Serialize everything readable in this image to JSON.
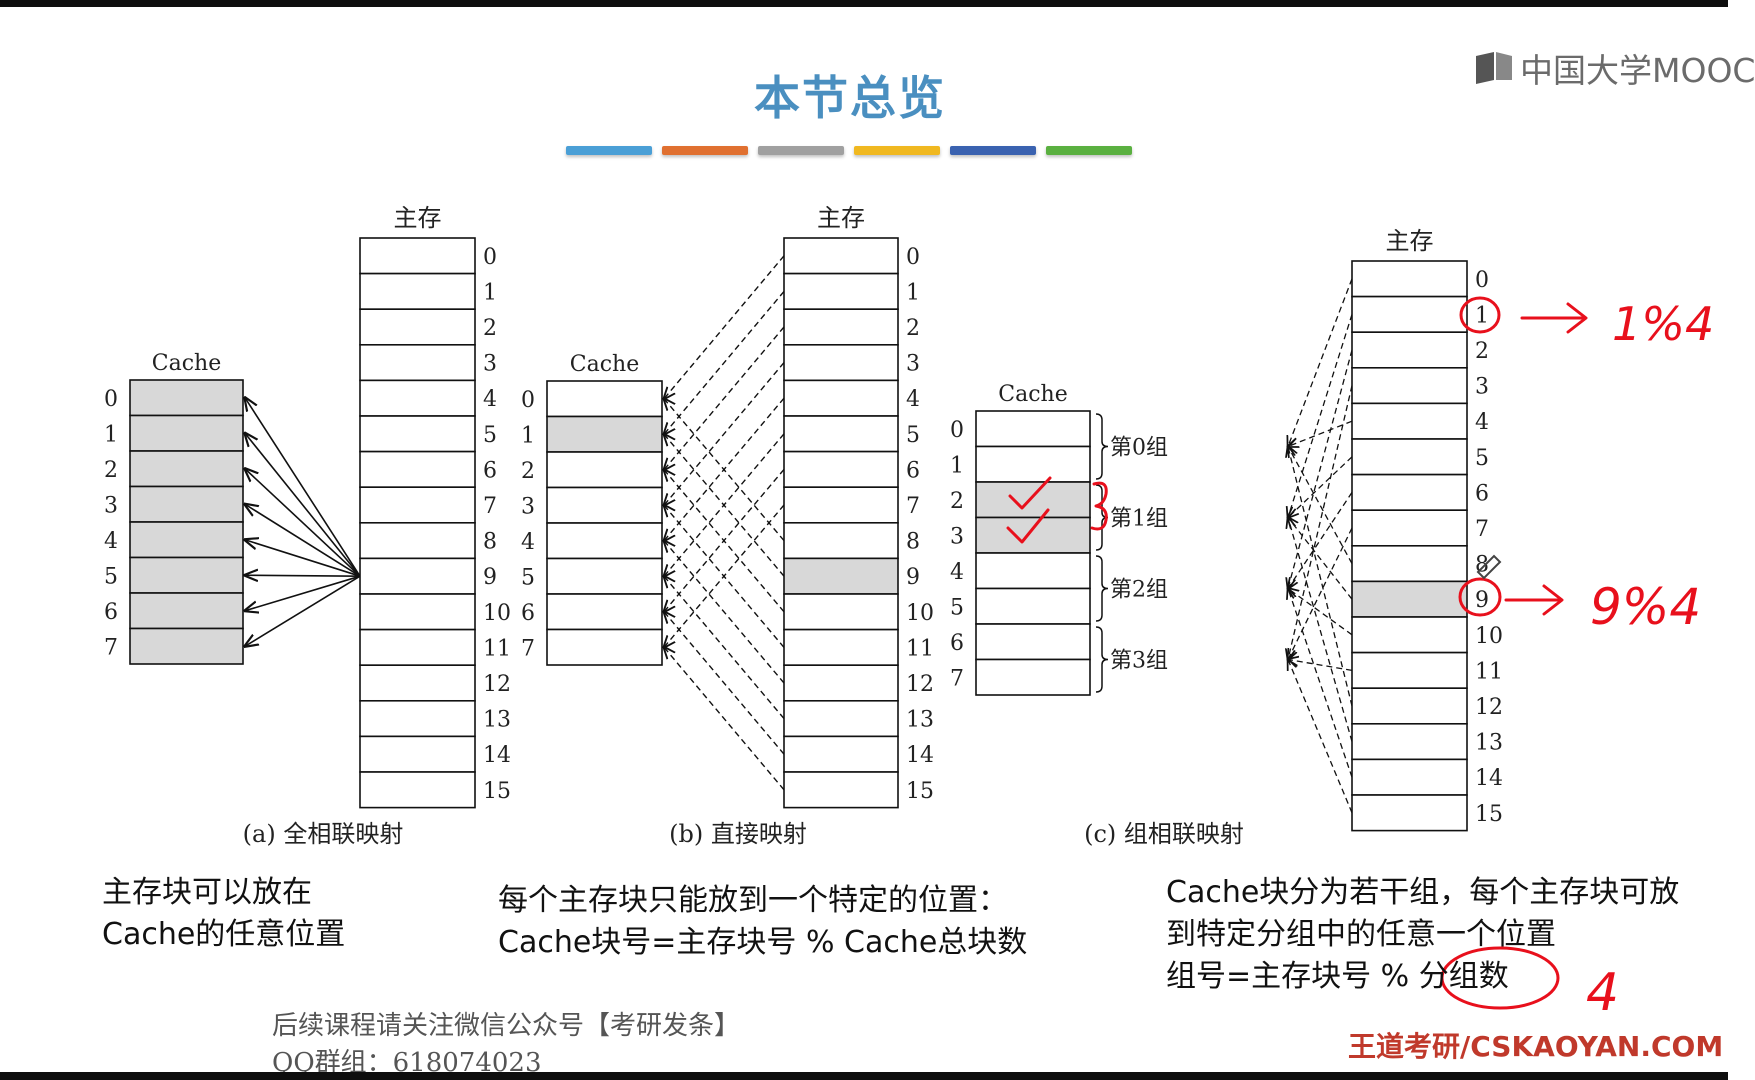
{
  "title": "本节总览",
  "logo_text": "中国大学MOOC",
  "stripe_colors": [
    "#4a9fd6",
    "#e07030",
    "#a0a0a0",
    "#f0b820",
    "#3a62b0",
    "#5ab040"
  ],
  "diagram": {
    "main_memory_label": "主存",
    "cache_label": "Cache",
    "cache_rows": [
      "0",
      "1",
      "2",
      "3",
      "4",
      "5",
      "6",
      "7"
    ],
    "memory_rows": [
      "0",
      "1",
      "2",
      "3",
      "4",
      "5",
      "6",
      "7",
      "8",
      "9",
      "10",
      "11",
      "12",
      "13",
      "14",
      "15"
    ],
    "groups": [
      "第0组",
      "第1组",
      "第2组",
      "第3组"
    ],
    "captions": {
      "a": "(a) 全相联映射",
      "b": "(b) 直接映射",
      "c": "(c) 组相联映射"
    },
    "highlight_color": "#d8d8d8"
  },
  "annotations": {
    "ink_color": "#e8101c",
    "top_formula": "1%4",
    "bottom_formula": "9%4",
    "group_count": "4"
  },
  "descriptions": {
    "a": [
      "主存块可以放在",
      "Cache的任意位置"
    ],
    "b": [
      "每个主存块只能放到一个特定的位置：",
      "Cache块号=主存块号 % Cache总块数"
    ],
    "c": [
      "Cache块分为若干组，每个主存块可放",
      "到特定分组中的任意一个位置",
      "组号=主存块号 % 分组数"
    ]
  },
  "footer": {
    "line1": "后续课程请关注微信公众号【考研发条】",
    "line2": "QQ群组：618074023"
  },
  "brand": "王道考研/CSKAOYAN.COM"
}
